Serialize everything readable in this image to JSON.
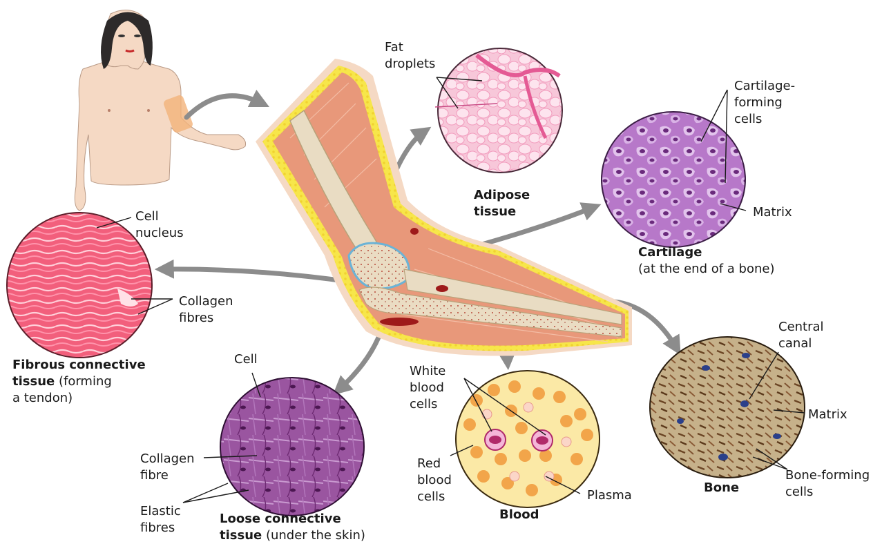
{
  "adipose": {
    "callout": "Fat\ndroplets",
    "title_line1": "Adipose",
    "title_line2": "tissue"
  },
  "cartilage": {
    "callout_cells": "Cartilage-\nforming\ncells",
    "callout_matrix": "Matrix",
    "title": "Cartilage",
    "subtitle": "(at the end of a bone)"
  },
  "fibrous": {
    "callout_nucleus": "Cell\nnucleus",
    "callout_collagen": "Collagen\nfibres",
    "title_bold_1": "Fibrous connective",
    "title_bold_2": "tissue",
    "title_rest_2": " (forming",
    "title_line3": "a tendon)"
  },
  "loose": {
    "callout_cell": "Cell",
    "callout_collagen": "Collagen\nfibre",
    "callout_elastic": "Elastic\nfibres",
    "title_bold_1": "Loose connective",
    "title_bold_2": "tissue",
    "title_rest_2": " (under the skin)"
  },
  "blood": {
    "callout_white": "White\nblood\ncells",
    "callout_red": "Red\nblood\ncells",
    "callout_plasma": "Plasma",
    "title": "Blood"
  },
  "bone": {
    "callout_canal": "Central\ncanal",
    "callout_matrix": "Matrix",
    "callout_cells": "Bone-forming\ncells",
    "title": "Bone"
  },
  "colors": {
    "arrow": "#8c8c8c",
    "skin": "#f5d9c4",
    "muscle": "#e8987a",
    "fat_yellow": "#f7e64a",
    "bone": "#e9dcc3",
    "adipose": "#f6a9c8",
    "cartilage": "#b16bc4",
    "fibrous": "#f0607a",
    "loose": "#8e4a94",
    "blood_bg": "#fbe9a6",
    "rbc": "#f2a54a",
    "wbc": "#b02a6a",
    "bone_tissue": "#8a6a3a"
  }
}
